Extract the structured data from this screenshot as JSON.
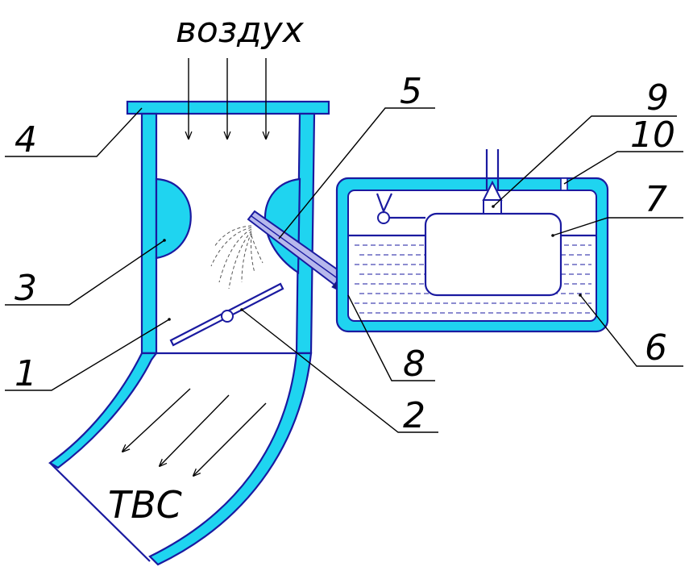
{
  "captions": {
    "air": "воздух",
    "mixture": "ТВС"
  },
  "labels": [
    "1",
    "2",
    "3",
    "4",
    "5",
    "6",
    "7",
    "8",
    "9",
    "10"
  ],
  "colors": {
    "body_fill": "#1fd4f0",
    "outline": "#1a1aa0",
    "text": "#000000"
  }
}
